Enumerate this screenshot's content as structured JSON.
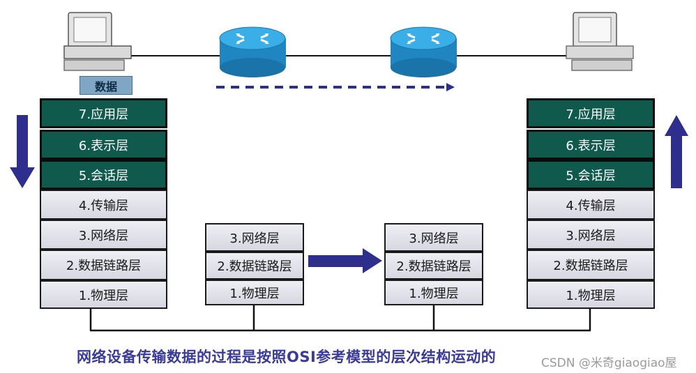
{
  "data_label": "数据",
  "left_stack": [
    "7.应用层",
    "6.表示层",
    "5.会话层",
    "4.传输层",
    "3.网络层",
    "2.数据链路层",
    "1.物理层"
  ],
  "middle_stack_1": [
    "3.网络层",
    "2.数据链路层",
    "1.物理层"
  ],
  "middle_stack_2": [
    "3.网络层",
    "2.数据链路层",
    "1.物理层"
  ],
  "right_stack": [
    "7.应用层",
    "6.表示层",
    "5.会话层",
    "4.传输层",
    "3.网络层",
    "2.数据链路层",
    "1.物理层"
  ],
  "caption": "网络设备传输数据的过程是按照OSI参考模型的层次结构运动的",
  "watermark": "CSDN @米奇giaogiao屋",
  "colors": {
    "top_layers": "#0f5a4c",
    "lower_layers": "#e3e3eb",
    "arrows": "#2e2e8c",
    "router": "#2f9ed8",
    "caption": "#3a3a9a"
  },
  "icons": [
    "computer-icon",
    "router-icon",
    "arrow-down-icon",
    "arrow-up-icon",
    "arrow-right-icon"
  ]
}
